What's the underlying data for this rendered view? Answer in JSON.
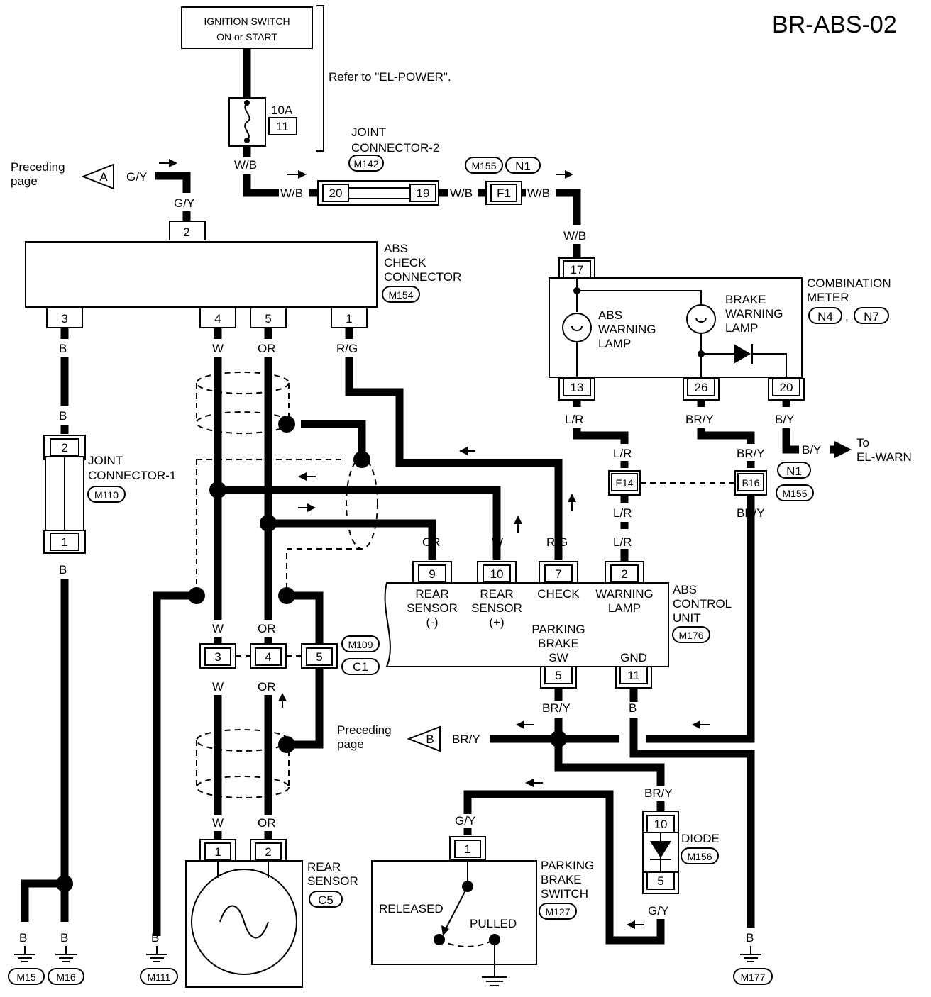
{
  "title": "BR-ABS-02",
  "ignition": {
    "line1": "IGNITION SWITCH",
    "line2": "ON or START",
    "fuse_amp": "10A",
    "fuse_no": "11",
    "refer": "Refer to \"EL-POWER\"."
  },
  "preceding_a": {
    "line1": "Preceding",
    "line2": "page",
    "marker": "A",
    "wire": "G/Y"
  },
  "preceding_b": {
    "line1": "Preceding",
    "line2": "page",
    "marker": "B",
    "wire": "BR/Y"
  },
  "joint2": {
    "line1": "JOINT",
    "line2": "CONNECTOR-2",
    "code": "M142",
    "pin_in": "20",
    "pin_out": "19"
  },
  "f1": {
    "pin": "F1",
    "codes": [
      "M155",
      "N1"
    ]
  },
  "check_connector": {
    "line1": "ABS",
    "line2": "CHECK",
    "line3": "CONNECTOR",
    "code": "M154",
    "pins": [
      "2",
      "3",
      "4",
      "5",
      "1"
    ]
  },
  "joint1": {
    "line1": "JOINT",
    "line2": "CONNECTOR-1",
    "code": "M110",
    "pin_top": "2",
    "pin_bottom": "1"
  },
  "meter": {
    "line1": "COMBINATION",
    "line2": "METER",
    "codes": [
      "N4",
      "N7"
    ],
    "sep": ",",
    "pins": [
      "17",
      "13",
      "26",
      "20"
    ],
    "abs_lamp": [
      "ABS",
      "WARNING",
      "LAMP"
    ],
    "brake_lamp": [
      "BRAKE",
      "WARNING",
      "LAMP"
    ]
  },
  "warn": {
    "line1": "To",
    "line2": "EL-WARN",
    "code": "N1",
    "codes2": "M155"
  },
  "e14": {
    "pin": "E14",
    "pin2": "B16"
  },
  "control_unit": {
    "line1": "ABS",
    "line2": "CONTROL",
    "line3": "UNIT",
    "code": "M176",
    "pins": [
      "9",
      "10",
      "7",
      "2",
      "5",
      "11"
    ],
    "lbl_rs_neg": [
      "REAR",
      "SENSOR",
      "(-)"
    ],
    "lbl_rs_pos": [
      "REAR",
      "SENSOR",
      "(+)"
    ],
    "lbl_check": "CHECK",
    "lbl_warn": [
      "WARNING",
      "LAMP"
    ],
    "lbl_pbs": [
      "PARKING",
      "BRAKE",
      "SW"
    ],
    "lbl_gnd": "GND"
  },
  "c1": {
    "pins": [
      "3",
      "4",
      "5"
    ],
    "codes": [
      "M109",
      "C1"
    ]
  },
  "rear_sensor": {
    "line1": "REAR",
    "line2": "SENSOR",
    "code": "C5",
    "pins": [
      "1",
      "2"
    ]
  },
  "pb_switch": {
    "line1": "PARKING",
    "line2": "BRAKE",
    "line3": "SWITCH",
    "code": "M127",
    "pin": "1",
    "released": "RELEASED",
    "pulled": "PULLED"
  },
  "diode": {
    "label": "DIODE",
    "code": "M156",
    "pin_top": "10",
    "pin_bottom": "5"
  },
  "grounds": [
    "M15",
    "M16",
    "M111",
    "M177"
  ],
  "wires": {
    "wb": "W/B",
    "gy": "G/Y",
    "b": "B",
    "w": "W",
    "or": "OR",
    "rg": "R/G",
    "lr": "L/R",
    "bry": "BR/Y",
    "by": "B/Y"
  }
}
